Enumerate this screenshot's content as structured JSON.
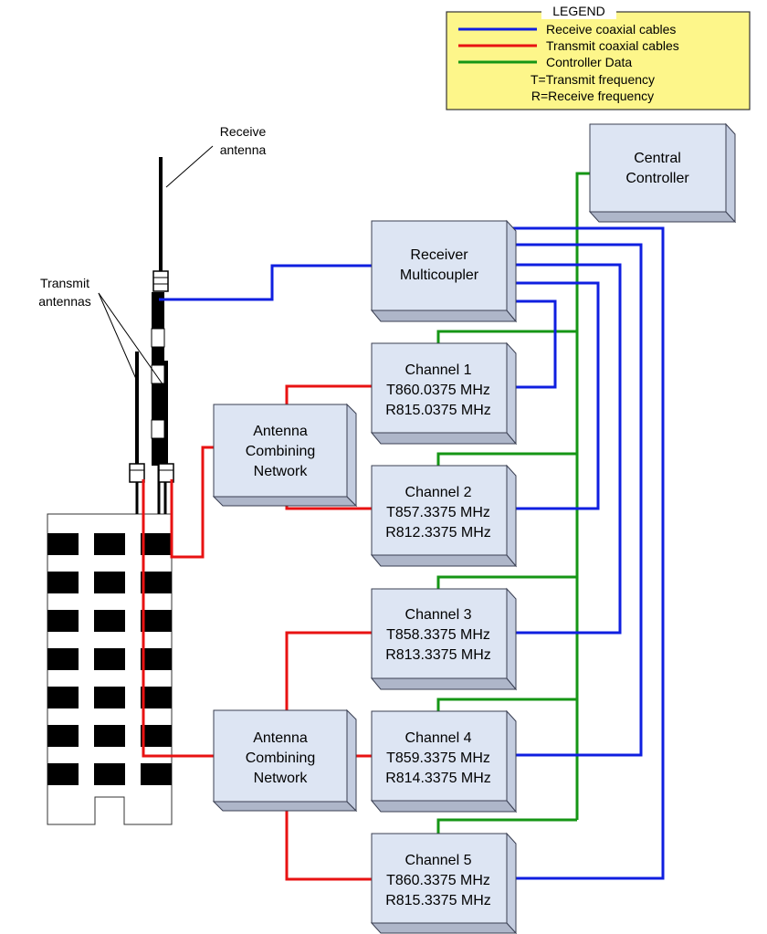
{
  "legend": {
    "title": "LEGEND",
    "receive_label": "Receive coaxial cables",
    "transmit_label": "Transmit coaxial cables",
    "controller_label": "Controller Data",
    "t_note": "T=Transmit frequency",
    "r_note": "R=Receive frequency"
  },
  "annotations": {
    "receive_antenna": [
      "Receive",
      "antenna"
    ],
    "transmit_antennas": [
      "Transmit",
      "antennas"
    ]
  },
  "central_controller": [
    "Central",
    "Controller"
  ],
  "receiver_multicoupler": [
    "Receiver",
    "Multicoupler"
  ],
  "combiner_top": [
    "Antenna",
    "Combining",
    "Network"
  ],
  "combiner_bottom": [
    "Antenna",
    "Combining",
    "Network"
  ],
  "channels": [
    {
      "lines": [
        "Channel 1",
        "T860.0375 MHz",
        "R815.0375 MHz"
      ]
    },
    {
      "lines": [
        "Channel 2",
        "T857.3375 MHz",
        "R812.3375 MHz"
      ]
    },
    {
      "lines": [
        "Channel 3",
        "T858.3375 MHz",
        "R813.3375 MHz"
      ]
    },
    {
      "lines": [
        "Channel 4",
        "T859.3375 MHz",
        "R814.3375 MHz"
      ]
    },
    {
      "lines": [
        "Channel 5",
        "T860.3375 MHz",
        "R815.3375 MHz"
      ]
    }
  ],
  "colors": {
    "receive": "#0f1fe0",
    "transmit": "#e81212",
    "controller": "#159615",
    "legend_bg": "#fdf68a"
  }
}
